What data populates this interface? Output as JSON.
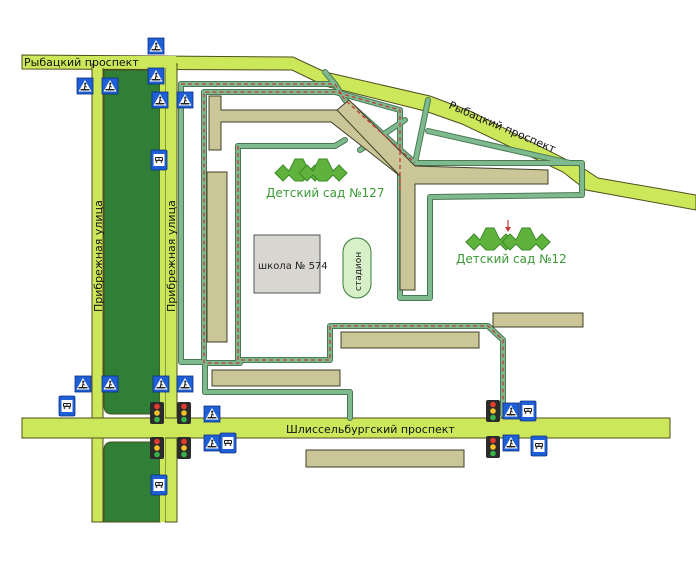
{
  "labels": {
    "rybatsky_west": "Рыбацкий проспект",
    "rybatsky_east": "Рыбацкий проспект",
    "shlisselburgsky": "Шлиссельбургский проспект",
    "pribrezhnaya_left": "Прибрежная улица",
    "pribrezhnaya_right": "Прибрежная улица",
    "kindergarten_127": "Детский сад №127",
    "kindergarten_12": "Детский сад №12",
    "school": "школа № 574",
    "stadium": "стадион"
  },
  "legend_icons": {
    "crosswalk": "pedestrian-crossing-sign",
    "bus_stop": "bus-stop-sign",
    "traffic_light": "traffic-light"
  },
  "colors": {
    "road_fill": "#cce85a",
    "road_stroke": "#4e4e1e",
    "park": "#2f7f37",
    "building": "#cbc697",
    "building_stroke": "#3f3f2a",
    "school": "#d8d6d0",
    "stadium": "#d7f0c8",
    "path": "#7fba8f",
    "path_stroke": "#4a7a55",
    "route": "#c43a3a",
    "kindergarten": "#5fb33c",
    "kindergarten_label": "#3b9a35",
    "sign_blue": "#1f5fd6"
  }
}
